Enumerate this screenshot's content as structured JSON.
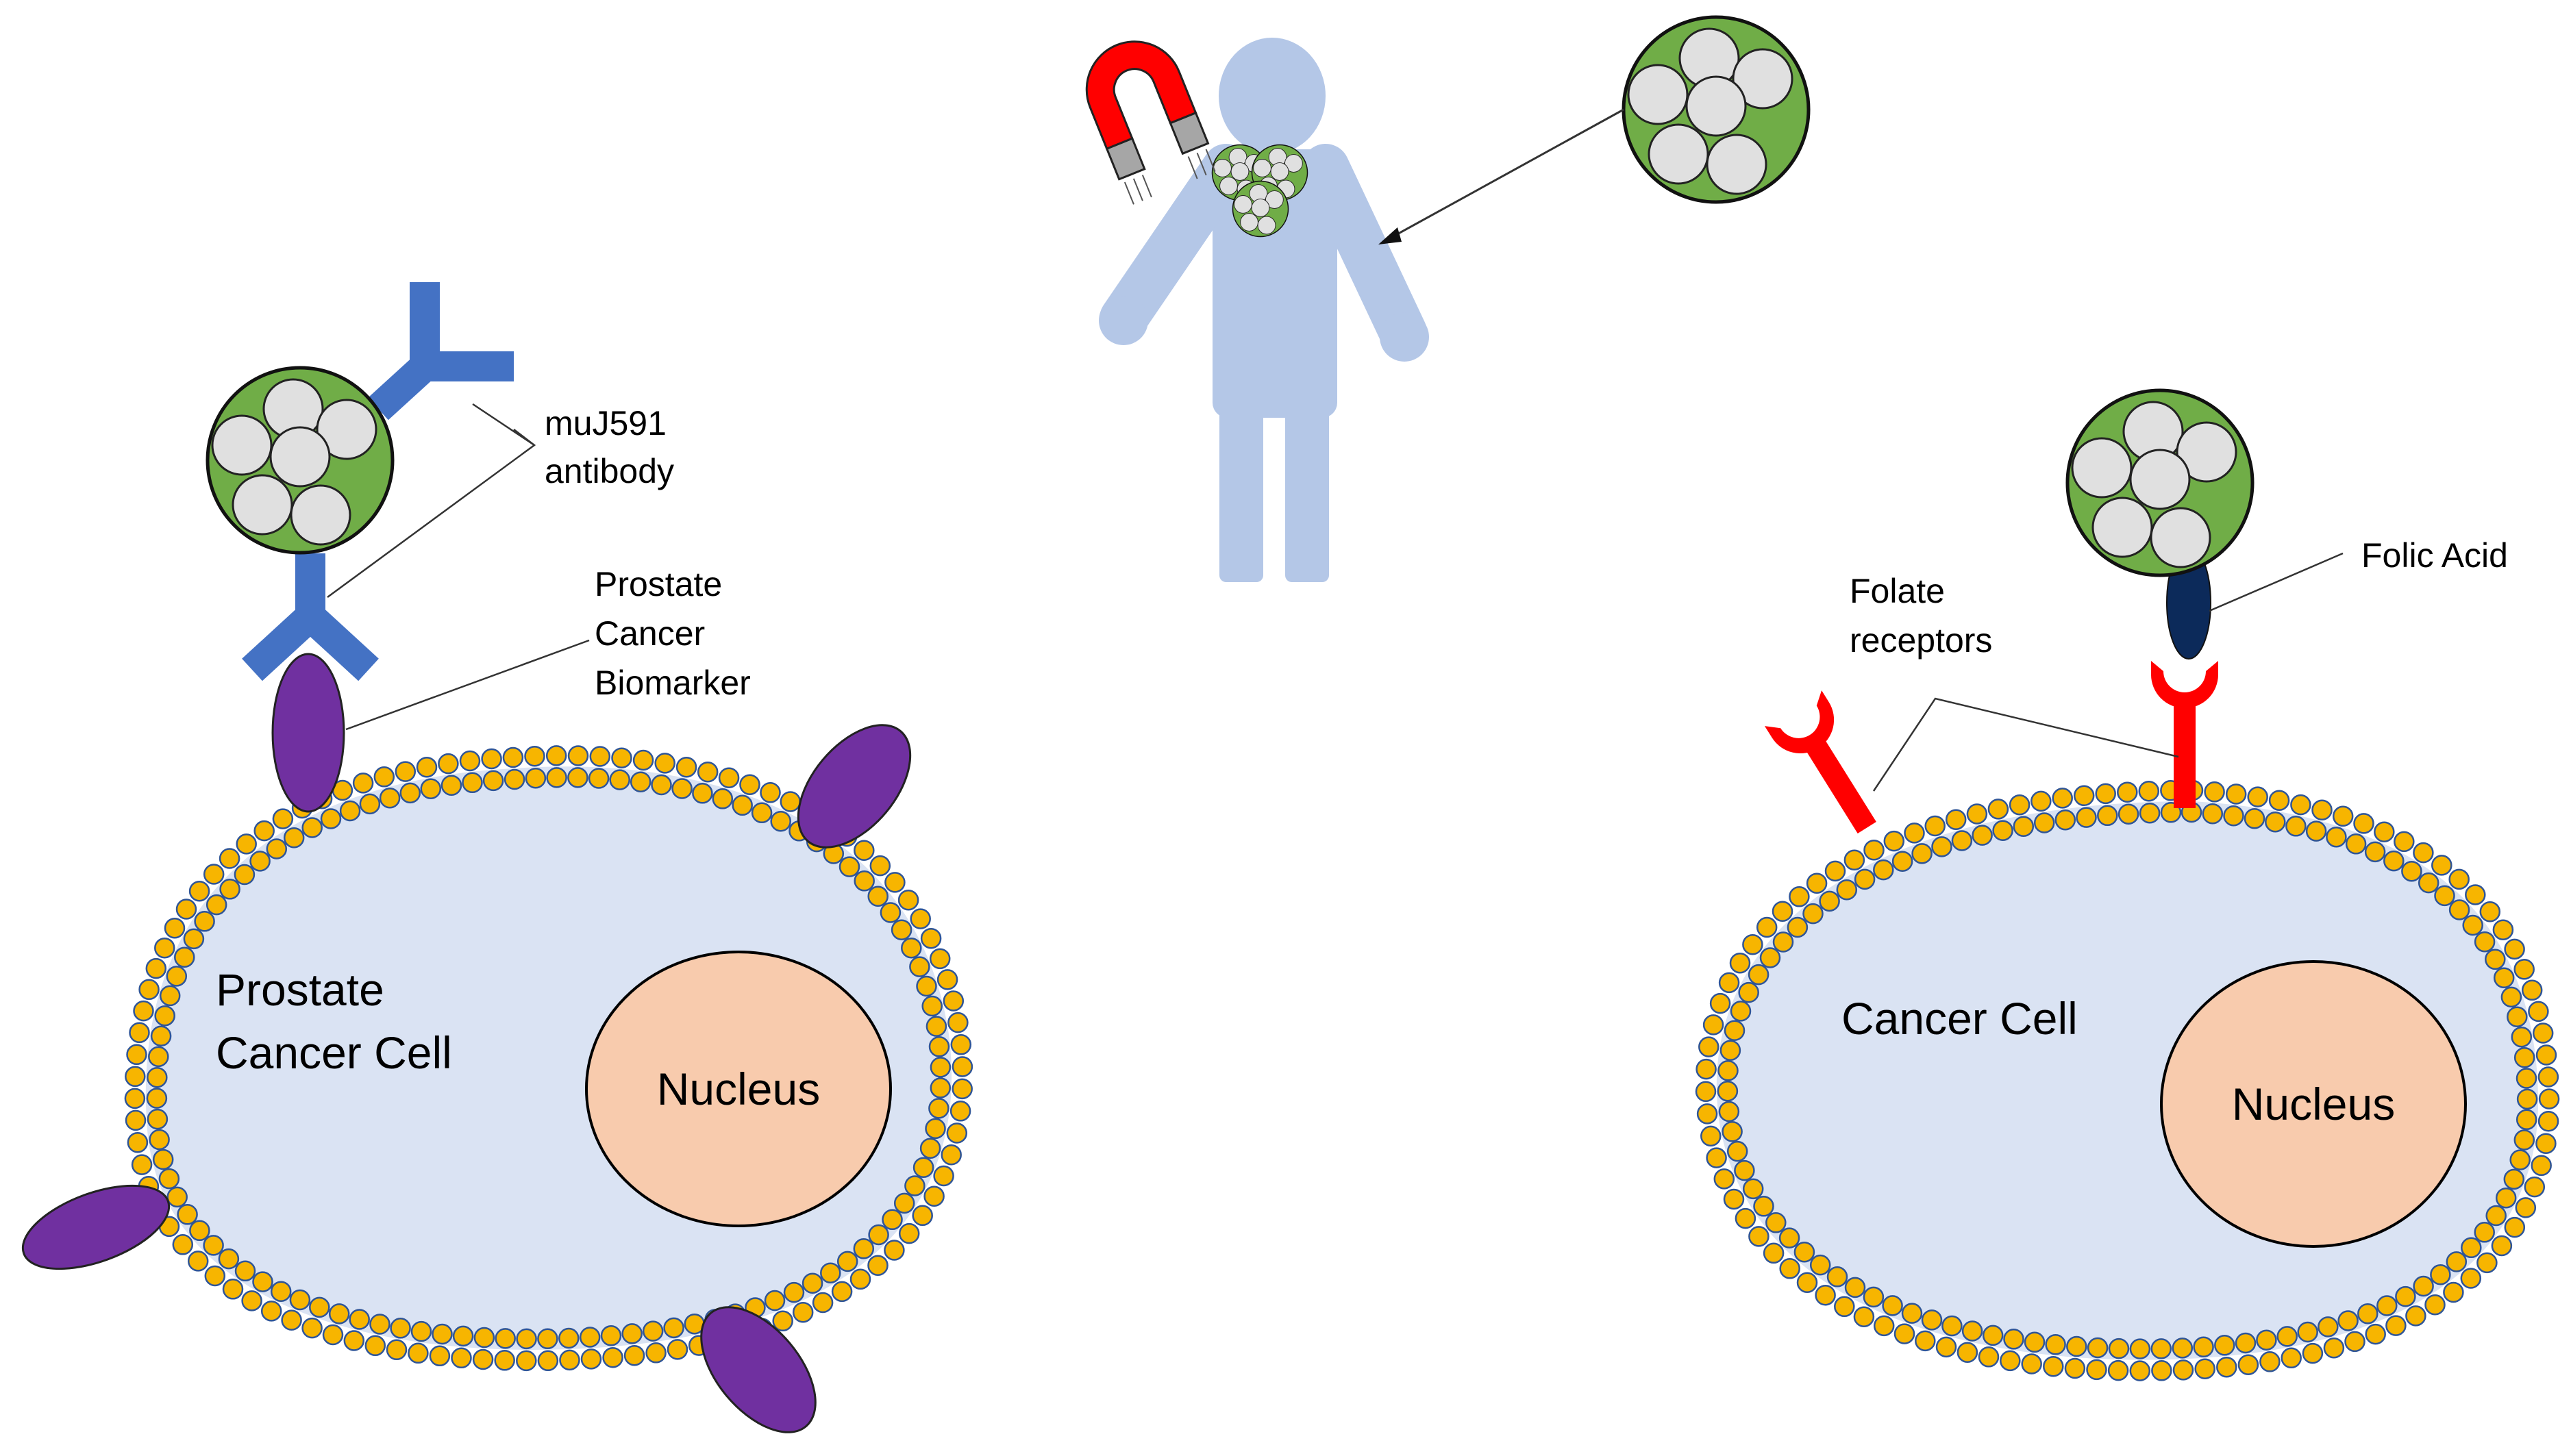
{
  "colors": {
    "cell_fill": "#dae3f3",
    "membrane_bead": "#f7b500",
    "membrane_stroke": "#2f5597",
    "nucleus_fill": "#f8cbad",
    "nanoparticle_fill": "#70ad47",
    "core_fill": "#e0e0e0",
    "antibody": "#4472c4",
    "biomarker": "#7030a0",
    "folate_receptor": "#ff0000",
    "folic_acid": "#0c2a5a",
    "human_figure": "#b4c7e7",
    "magnet_red": "#ff0000",
    "magnet_gray": "#a6a6a6"
  },
  "icons": [
    "magnet-icon",
    "human-figure-icon",
    "nanoparticle-icon",
    "antibody-icon",
    "folate-receptor-icon",
    "folic-acid-icon",
    "biomarker-icon",
    "cell-icon",
    "nucleus-icon"
  ],
  "left_panel": {
    "antibody_label_line1": "muJ591",
    "antibody_label_line2": "antibody",
    "biomarker_label_line1": "Prostate",
    "biomarker_label_line2": "Cancer",
    "biomarker_label_line3": "Biomarker",
    "cell_label_line1": "Prostate",
    "cell_label_line2": "Cancer Cell",
    "nucleus_label": "Nucleus"
  },
  "right_panel": {
    "receptor_label_line1": "Folate",
    "receptor_label_line2": "receptors",
    "folic_acid_label": "Folic Acid",
    "cell_label": "Cancer Cell",
    "nucleus_label": "Nucleus"
  }
}
